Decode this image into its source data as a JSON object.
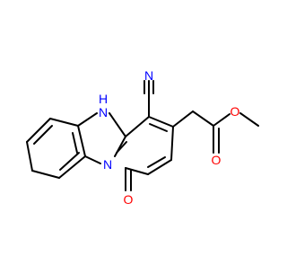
{
  "molecule": {
    "atom_labels": {
      "nh": "H",
      "nh_n": "N",
      "ring_n": "N",
      "nitrile_n": "N",
      "carbonyl_o": "O",
      "ester_o_double": "O",
      "ester_o_single": "O"
    },
    "colors": {
      "bond": "#000000",
      "nitrogen": "#0000ff",
      "oxygen": "#ff0000",
      "carbon_nitrile": "#000000"
    }
  }
}
